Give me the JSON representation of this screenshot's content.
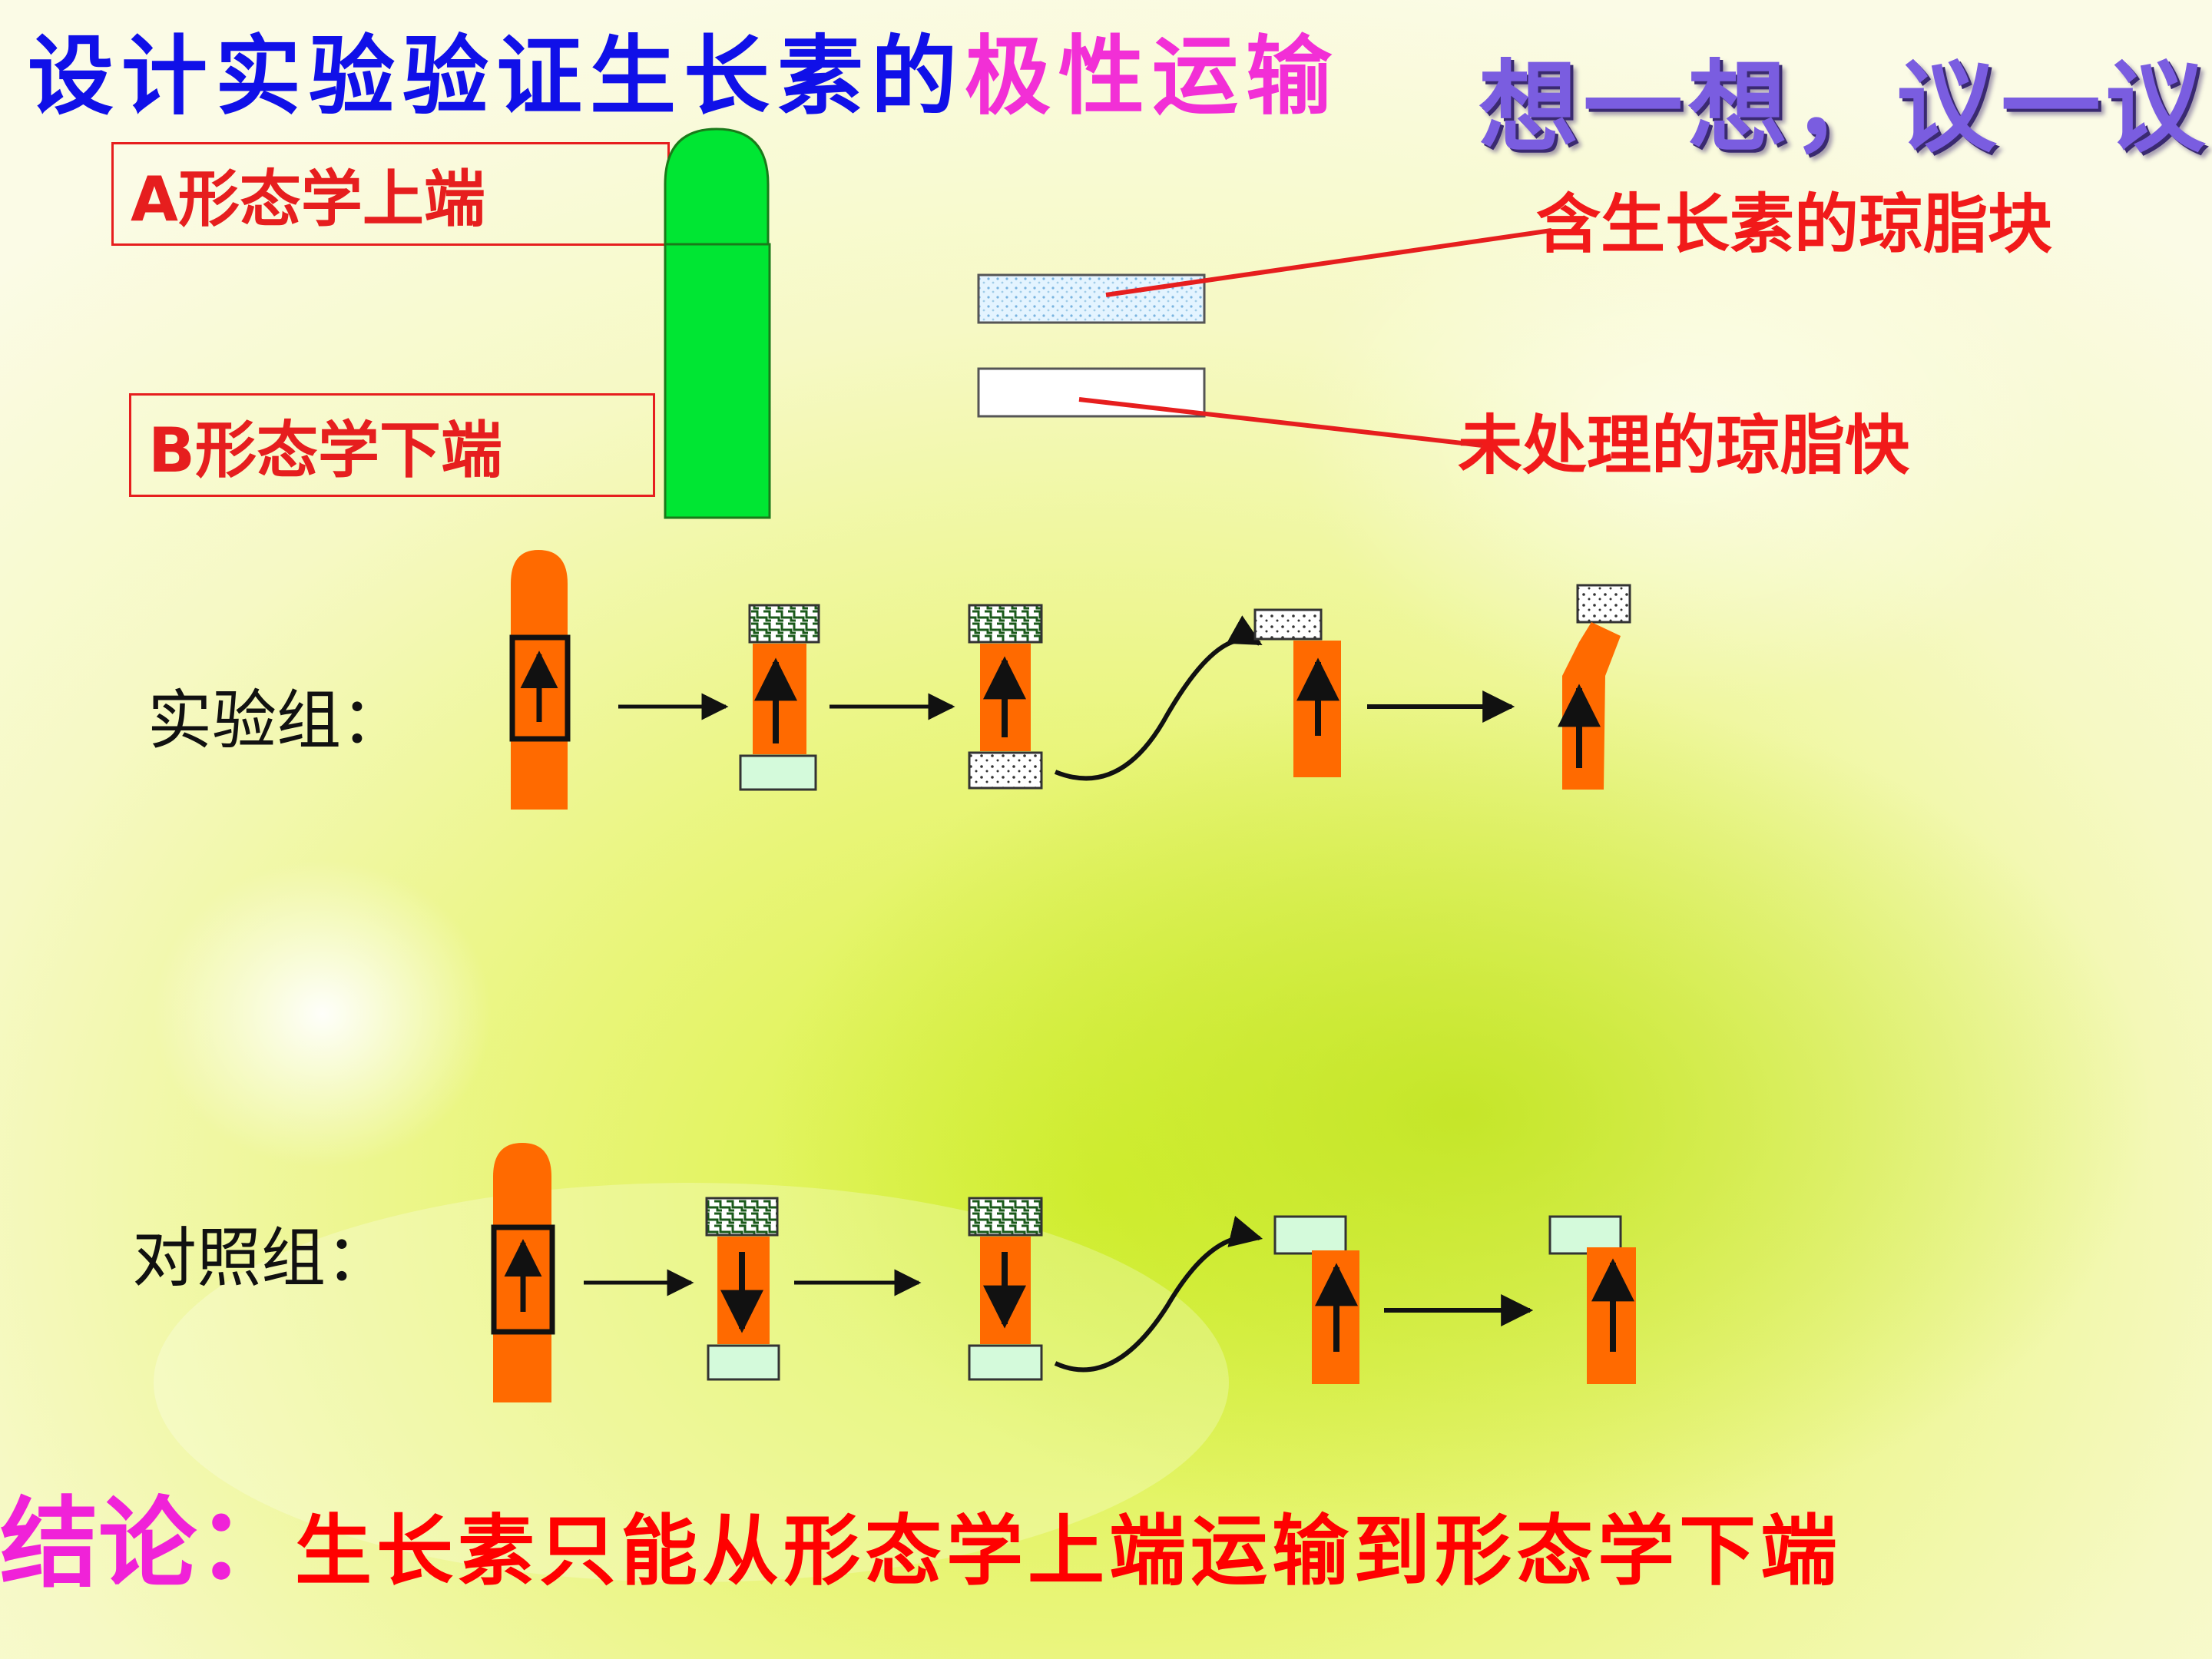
{
  "title": {
    "part1": "设计实验验证生长素的",
    "part2": "极性运输"
  },
  "badge": "想一想，议一议",
  "labels": {
    "a_top": "A形态学上端",
    "b_bottom": "B形态学下端",
    "agar_auxin": "含生长素的琼脂块",
    "agar_plain": "未处理的琼脂快"
  },
  "groups": {
    "experimental": "实验组：",
    "control": "对照组："
  },
  "conclusion": {
    "label": "结论：",
    "text": "生长素只能从形态学上端运输到形态学下端"
  },
  "colors": {
    "stem": "#ff6a00",
    "green_stem": "#00e633",
    "agar_plain": "#d4fadb",
    "label_red": "#f11a1a",
    "title_blue": "#1010e8",
    "title_pink": "#f22fd6"
  }
}
